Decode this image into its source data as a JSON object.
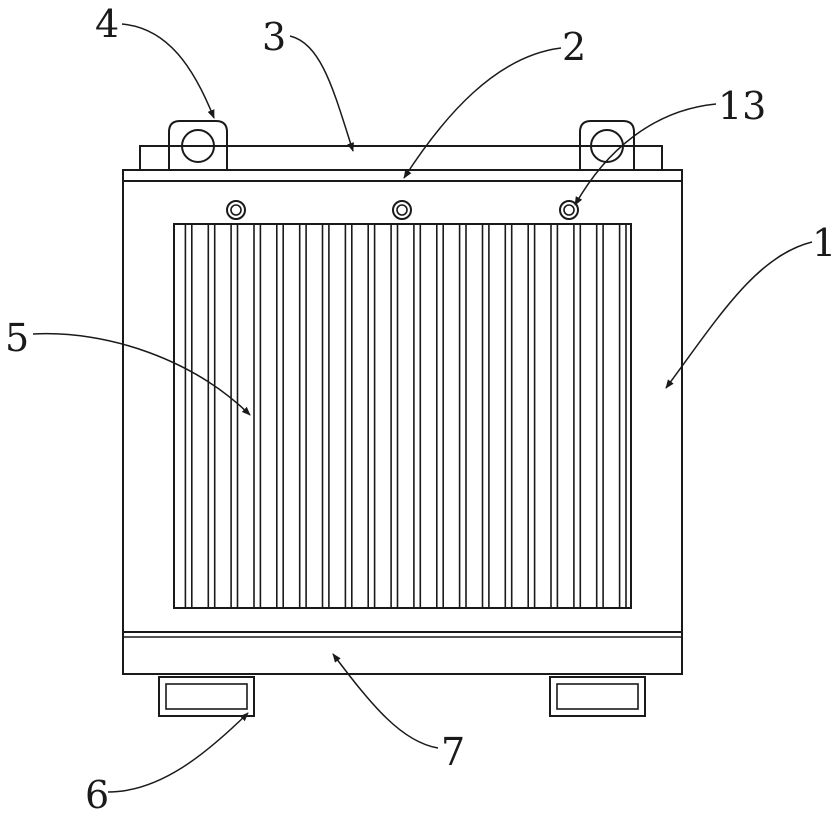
{
  "labels": {
    "l1": "1",
    "l2": "2",
    "l3": "3",
    "l4": "4",
    "l5": "5",
    "l6": "6",
    "l7": "7",
    "l13": "13"
  },
  "fin_count": 20
}
